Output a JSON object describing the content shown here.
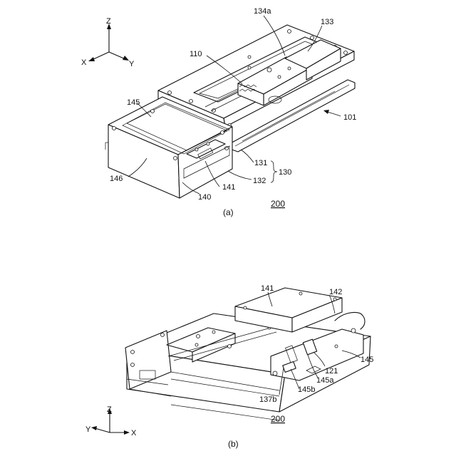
{
  "figure_a": {
    "caption": "(a)",
    "ref_number": "200",
    "axes": {
      "z": "Z",
      "x": "X",
      "y": "Y"
    },
    "labels": {
      "l134a": "134a",
      "l133": "133",
      "l110": "110",
      "l101": "101",
      "l145": "145",
      "l146": "146",
      "l131": "131",
      "l130": "130",
      "l132": "132",
      "l141": "141",
      "l140": "140"
    }
  },
  "figure_b": {
    "caption": "(b)",
    "ref_number": "200",
    "axes": {
      "z": "Z",
      "y": "Y",
      "x": "X"
    },
    "labels": {
      "l141": "141",
      "l142": "142",
      "l145": "145",
      "l121": "121",
      "l145a": "145a",
      "l145b": "145b",
      "l137b": "137b"
    }
  }
}
